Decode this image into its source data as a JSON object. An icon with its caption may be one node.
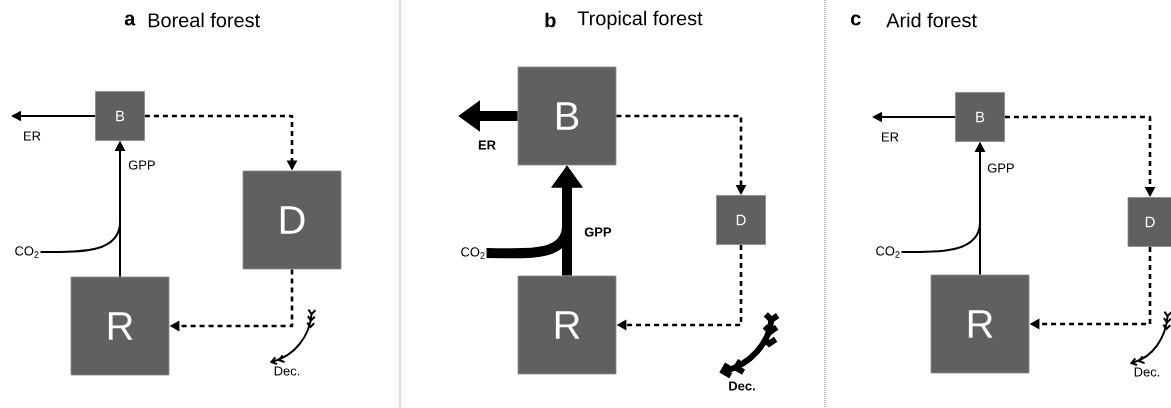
{
  "diagram": {
    "nodes": [
      {
        "text": [
          "B"
        ]
      },
      {
        "text": [
          "D"
        ]
      },
      {
        "text": [
          "R"
        ]
      },
      {
        "text": [
          "CO$_{2}$"
        ]
      },
      {
        "text": [
          "Dec."
        ]
      },
      {
        "text": [
          "B"
        ]
      },
      {
        "text": [
          "D"
        ]
      },
      {
        "text": [
          "R"
        ]
      },
      {
        "text": [
          "CO$_{2}$"
        ]
      },
      {
        "text": [
          "Dec."
        ]
      },
      {
        "text": [
          "B"
        ]
      },
      {
        "text": [
          "D"
        ]
      },
      {
        "text": [
          "R"
        ]
      },
      {
        "text": [
          "CO$_{2}$"
        ]
      },
      {
        "text": [
          "Dec."
        ]
      }
    ],
    "edges": [
      {
        "from": 0,
        "to": null,
        "arrow": "to",
        "label": "ER"
      },
      {
        "from": 2,
        "to": 0,
        "arrow": "to",
        "label": "GPP"
      },
      {
        "from": 3,
        "to": 0,
        "arrow": "to"
      },
      {
        "from": 0,
        "to": 1,
        "arrow": "to",
        "style": "dashed"
      },
      {
        "from": 1,
        "to": 2,
        "arrow": "to",
        "style": "dashed"
      },
      {
        "from": null,
        "to": 4,
        "arrow": "to"
      },
      {
        "from": 5,
        "to": null,
        "arrow": "to",
        "label": "ER",
        "style": "thick"
      },
      {
        "from": 7,
        "to": 5,
        "arrow": "to",
        "label": "GPP",
        "style": "thick"
      },
      {
        "from": 8,
        "to": 5,
        "arrow": "to",
        "style": "thick"
      },
      {
        "from": 5,
        "to": 6,
        "arrow": "to",
        "style": "dashed"
      },
      {
        "from": 6,
        "to": 7,
        "arrow": "to",
        "style": "dashed"
      },
      {
        "from": null,
        "to": 9,
        "arrow": "to",
        "style": "thick"
      },
      {
        "from": 10,
        "to": null,
        "arrow": "to",
        "label": "ER"
      },
      {
        "from": 12,
        "to": 10,
        "arrow": "to",
        "label": "GPP"
      },
      {
        "from": 13,
        "to": 10,
        "arrow": "to"
      },
      {
        "from": 10,
        "to": 11,
        "arrow": "to",
        "style": "dashed"
      },
      {
        "from": 11,
        "to": 12,
        "arrow": "to",
        "style": "dashed"
      },
      {
        "from": null,
        "to": 14,
        "arrow": "to"
      }
    ],
    "labels": [
      "a",
      "Boreal forest",
      "b",
      "Tropical forest",
      "c",
      "Arid forest"
    ]
  }
}
